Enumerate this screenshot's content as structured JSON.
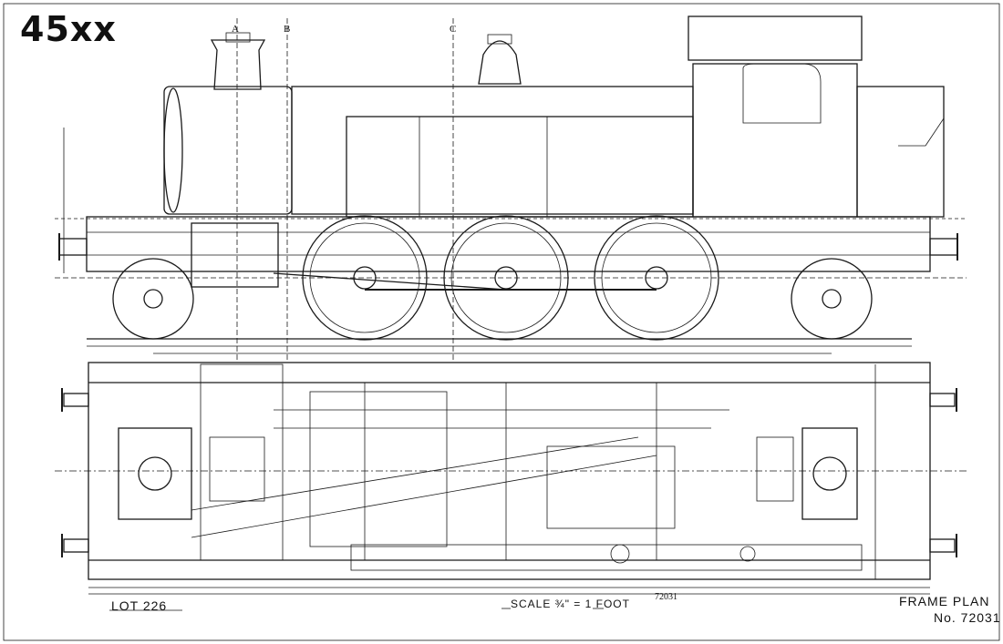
{
  "drawing": {
    "class_title": "45xx",
    "lot_label": "LOT 226",
    "scale_label": "SCALE ¾\" = 1 FOOT",
    "plan_title": "FRAME PLAN",
    "plan_number": "No. 72031",
    "drawing_number_small": "72031",
    "section_markers": [
      "A",
      "B",
      "C"
    ]
  }
}
